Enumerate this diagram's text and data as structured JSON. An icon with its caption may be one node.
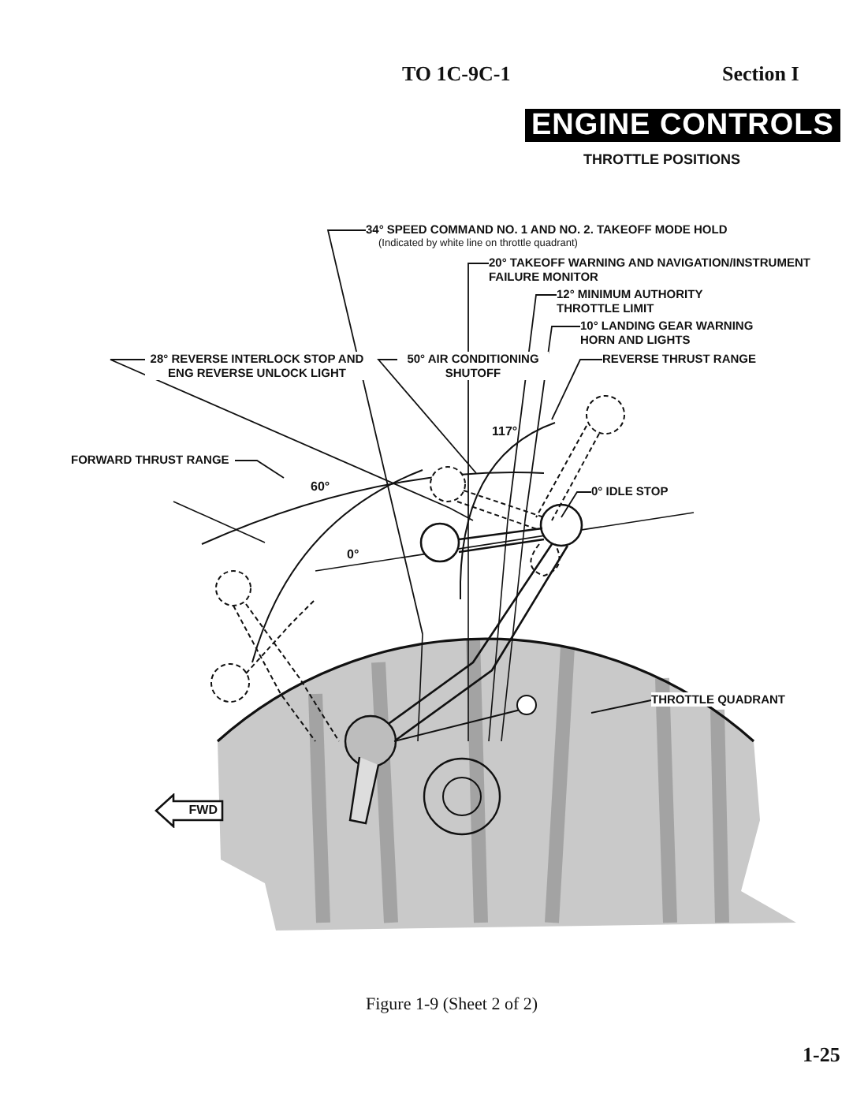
{
  "diagram": {
    "title": "ENGINE CONTROLS",
    "caption": "Figure 1-9 (Sheet 2 of 2)",
    "nodes": [
      {
        "text": [
          "34° SPEED COMMAND NO. 1 AND NO. 2. TAKEOFF MODE HOLD",
          "(Indicated by white line on throttle quadrant)"
        ]
      },
      {
        "text": [
          "20° TAKEOFF WARNING AND NAVIGATION/INSTRUMENT FAILURE MONITOR"
        ]
      },
      {
        "text": [
          "12° MINIMUM AUTHORITY THROTTLE LIMIT"
        ]
      },
      {
        "text": [
          "10° LANDING GEAR WARNING HORN AND LIGHTS"
        ]
      },
      {
        "text": [
          "REVERSE THRUST RANGE"
        ]
      },
      {
        "text": [
          "28° REVERSE INTERLOCK STOP AND ENG REVERSE UNLOCK LIGHT"
        ]
      },
      {
        "text": [
          "50° AIR CONDITIONING SHUTOFF"
        ]
      },
      {
        "text": [
          "FORWARD THRUST RANGE"
        ]
      },
      {
        "text": [
          "0° IDLE STOP"
        ]
      },
      {
        "text": [
          "THROTTLE QUADRANT"
        ]
      },
      {
        "text": [
          "FWD"
        ]
      }
    ],
    "edges": [
      {
        "from": 0,
        "to": null,
        "arrow": "none"
      },
      {
        "from": 1,
        "to": null,
        "arrow": "none"
      },
      {
        "from": 2,
        "to": null,
        "arrow": "none"
      },
      {
        "from": 3,
        "to": null,
        "arrow": "none"
      },
      {
        "from": 4,
        "to": null,
        "arrow": "none"
      },
      {
        "from": 5,
        "to": null,
        "arrow": "none"
      },
      {
        "from": 6,
        "to": null,
        "arrow": "none"
      },
      {
        "from": 7,
        "to": null,
        "arrow": "none"
      },
      {
        "from": 8,
        "to": null,
        "arrow": "none"
      },
      {
        "from": 9,
        "to": null,
        "arrow": "none"
      }
    ],
    "labels": [
      "TO 1C-9C-1",
      "Section I",
      "THROTTLE POSITIONS",
      "117°",
      "60°",
      "0°",
      "1-25"
    ]
  }
}
